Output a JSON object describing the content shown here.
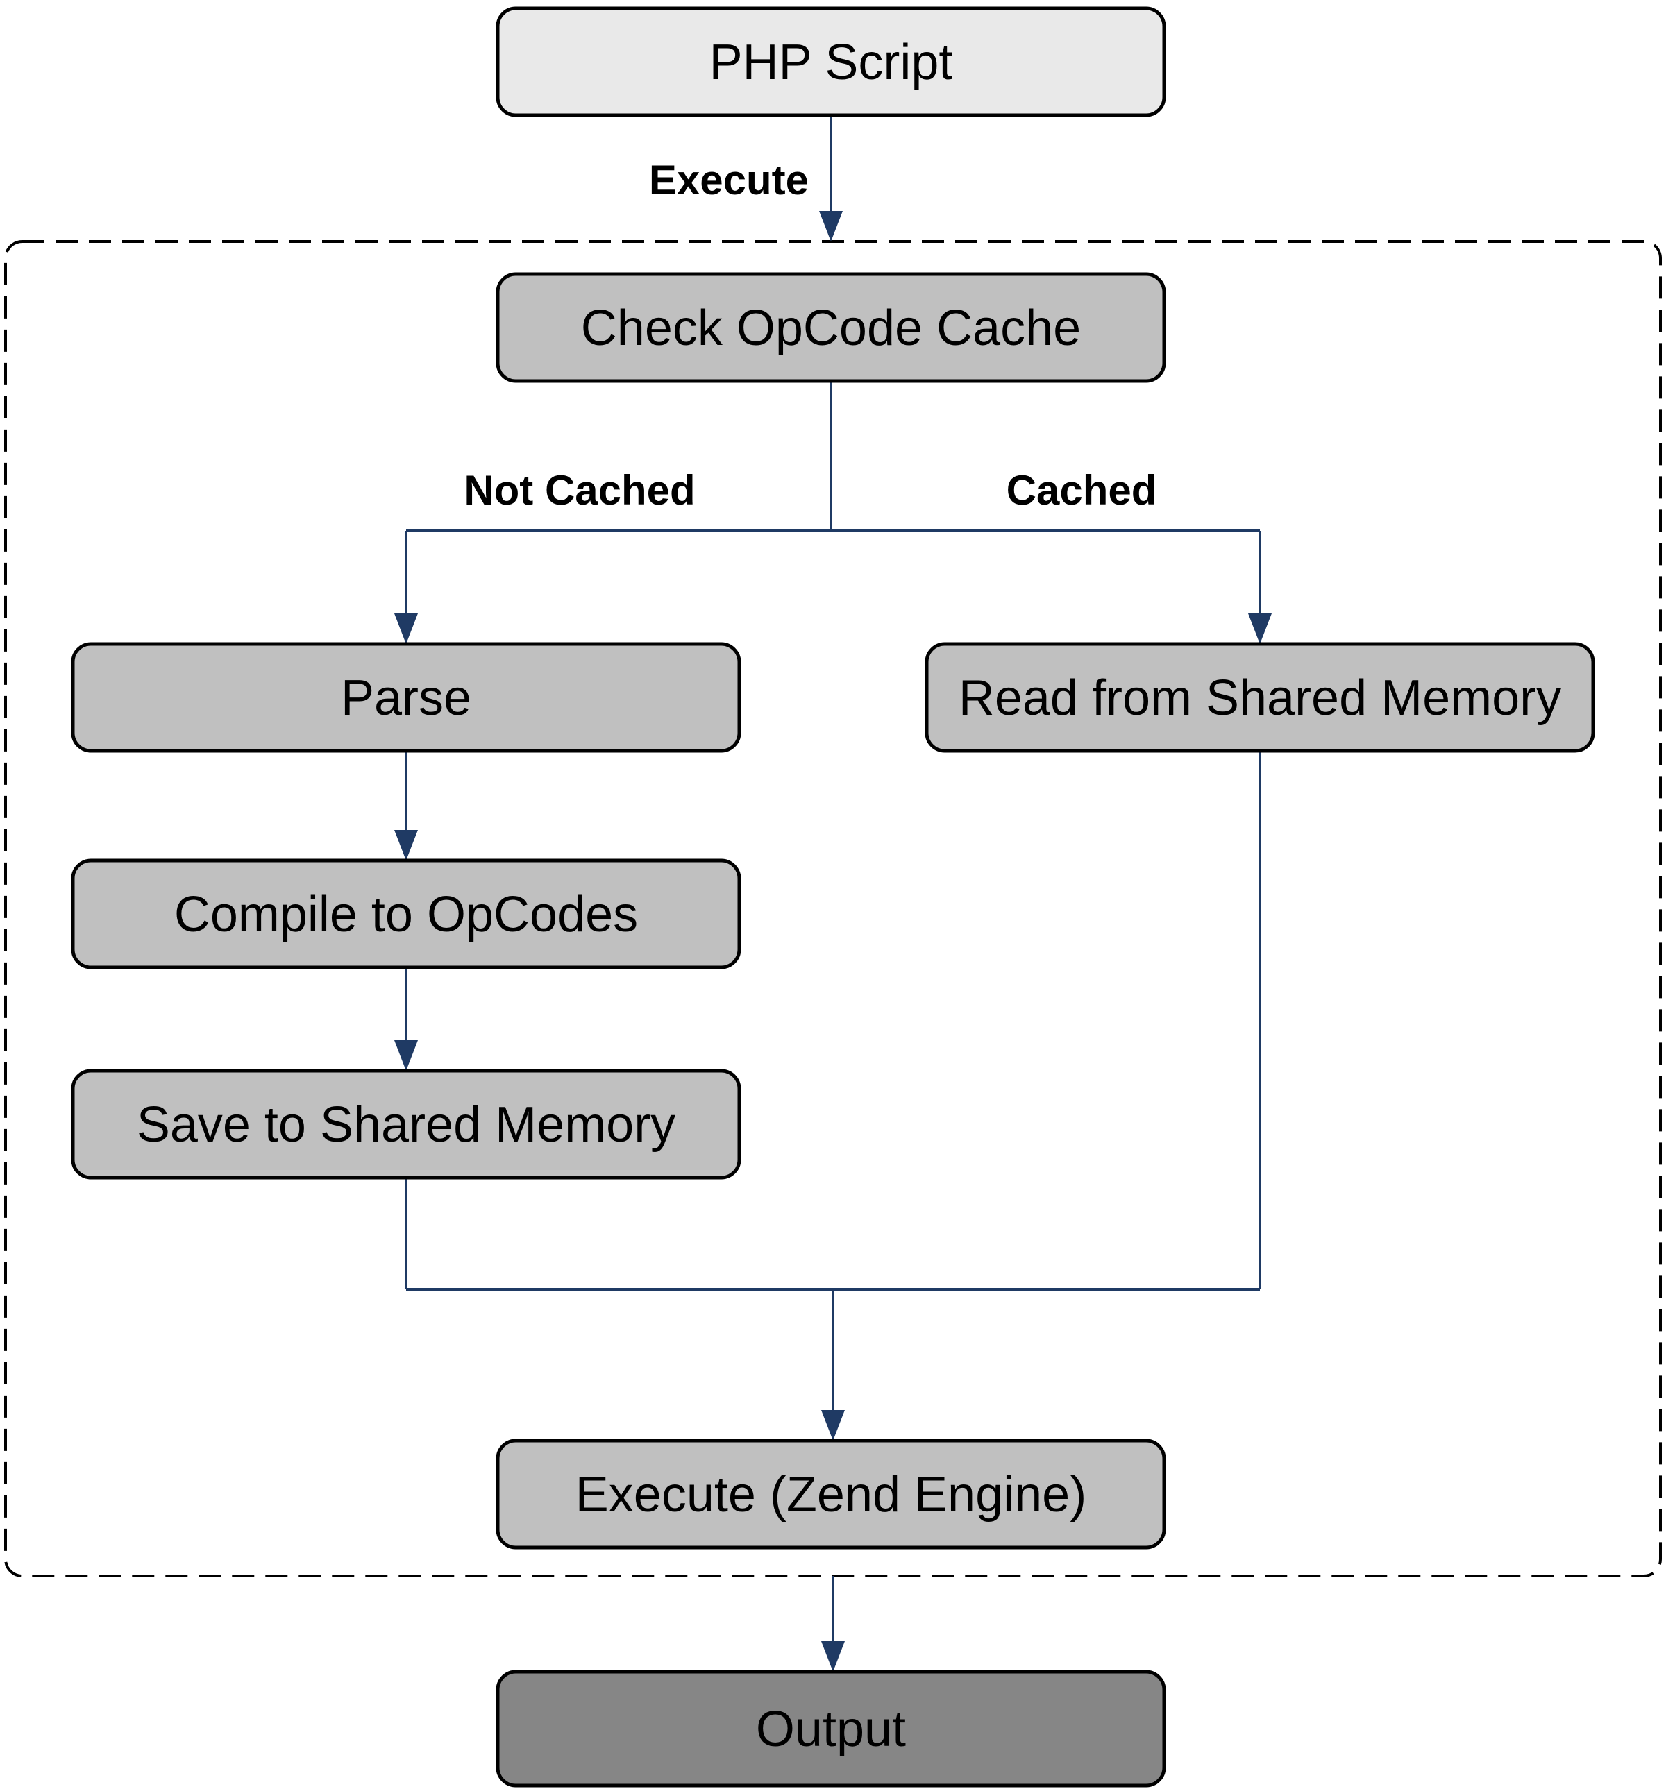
{
  "diagram": {
    "type": "flowchart",
    "subject": "PHP OpCode cache execution flow",
    "nodes": {
      "php_script": {
        "label": "PHP Script"
      },
      "check_opcode_cache": {
        "label": "Check OpCode Cache"
      },
      "parse": {
        "label": "Parse"
      },
      "compile_to_opcodes": {
        "label": "Compile to OpCodes"
      },
      "save_to_shared_memory": {
        "label": "Save to Shared Memory"
      },
      "read_from_shared_memory": {
        "label": "Read from Shared Memory"
      },
      "execute_zend_engine": {
        "label": "Execute (Zend Engine)"
      },
      "output": {
        "label": "Output"
      }
    },
    "edge_labels": {
      "execute": "Execute",
      "not_cached": "Not Cached",
      "cached": "Cached"
    },
    "colors": {
      "node_light_fill": "#e9e9e9",
      "node_mid_fill": "#c0c0c0",
      "node_dark_fill": "#868686",
      "node_border": "#000000",
      "arrow": "#1f3a64",
      "dashed_boundary": "#000000",
      "text": "#000000",
      "background": "#ffffff"
    }
  }
}
